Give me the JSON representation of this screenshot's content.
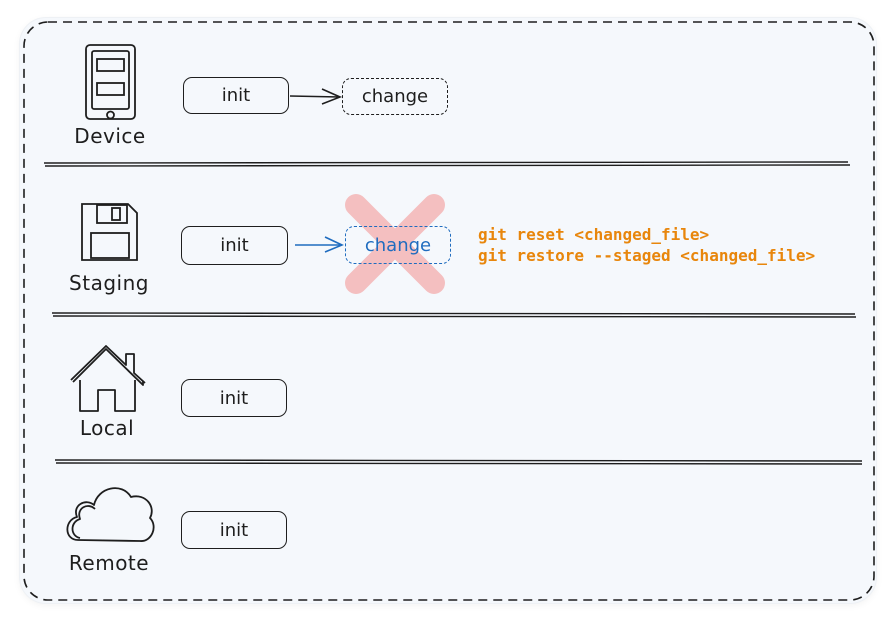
{
  "rows": [
    {
      "label": "Device",
      "icon": "device-icon",
      "init": "init",
      "change": "change"
    },
    {
      "label": "Staging",
      "icon": "floppy-disk-icon",
      "init": "init",
      "change": "change",
      "change_removed": true
    },
    {
      "label": "Local",
      "icon": "house-icon",
      "init": "init"
    },
    {
      "label": "Remote",
      "icon": "cloud-icon",
      "init": "init"
    }
  ],
  "commands": {
    "line1": "git reset <changed_file>",
    "line2": "git restore --staged <changed_file>"
  },
  "colors": {
    "ink": "#1e1e1e",
    "blue": "#1f6cbf",
    "orange": "#e8860c",
    "cross": "#f4b6b6",
    "frame": "#f5f8fc"
  }
}
